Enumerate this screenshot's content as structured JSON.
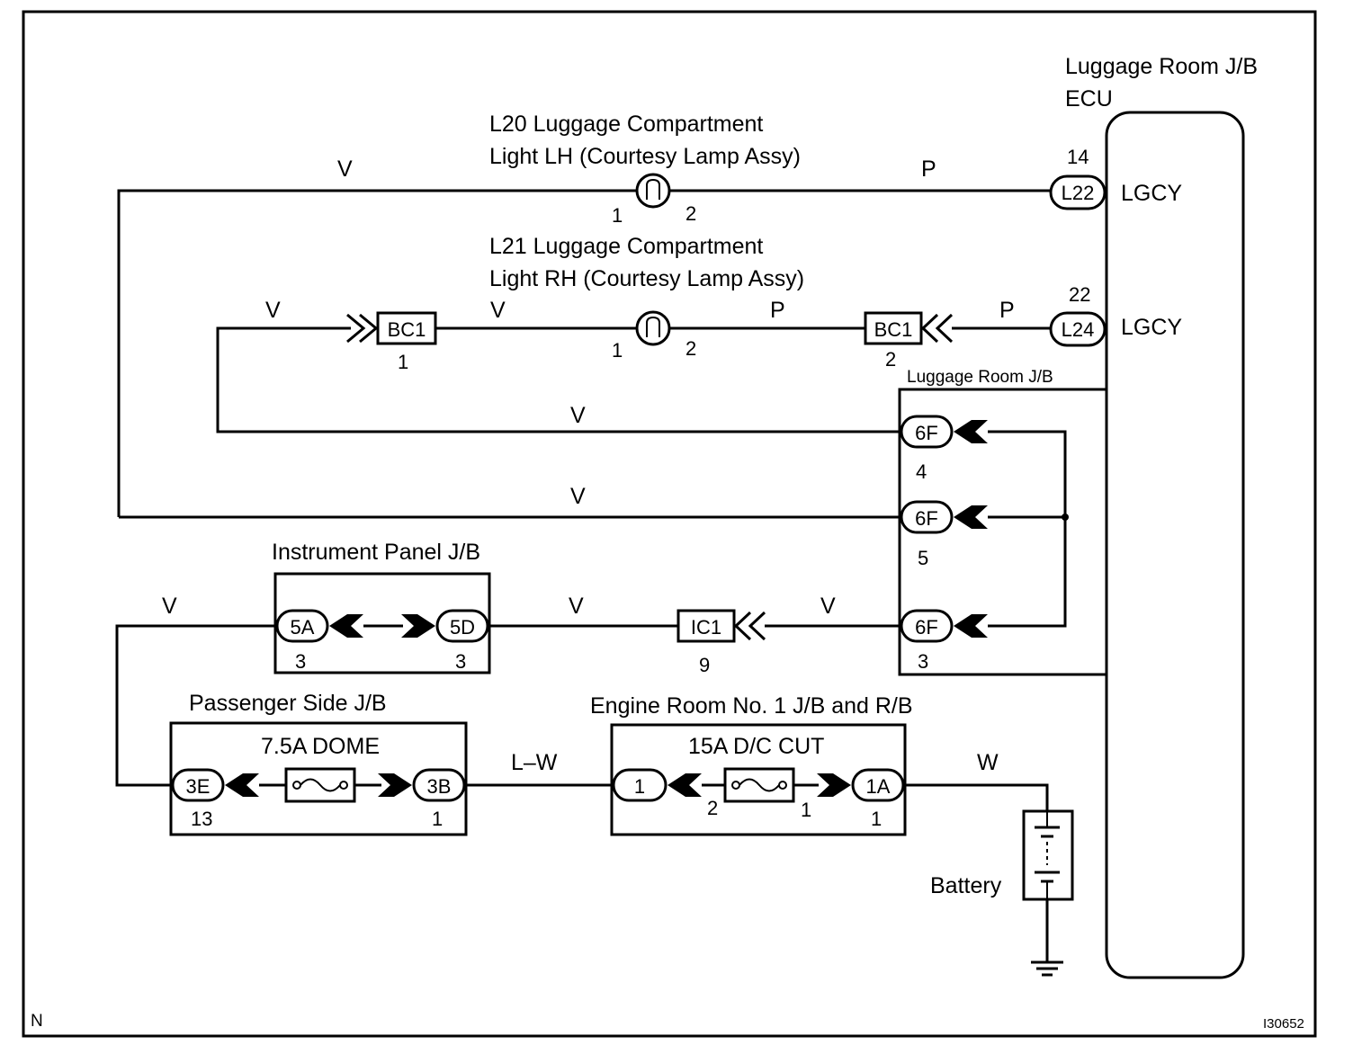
{
  "diagram_id": "I30652",
  "corner_mark": "N",
  "ecu": {
    "title_line1": "Luggage Room J/B",
    "title_line2": "ECU",
    "pins": [
      {
        "number": "14",
        "connector": "L22",
        "signal": "LGCY"
      },
      {
        "number": "22",
        "connector": "L24",
        "signal": "LGCY"
      }
    ]
  },
  "lights": {
    "lh": {
      "line1": "L20 Luggage Compartment",
      "line2": "Light LH (Courtesy Lamp Assy)",
      "pin1": "1",
      "pin2": "2"
    },
    "rh": {
      "line1": "L21 Luggage Compartment",
      "line2": "Light RH (Courtesy Lamp Assy)",
      "pin1": "1",
      "pin2": "2"
    }
  },
  "wire_colors": {
    "lh_left": "V",
    "lh_right": "P",
    "rh_far_left": "V",
    "rh_mid_left": "V",
    "rh_mid_right": "P",
    "rh_right": "P",
    "jb_6f4": "V",
    "jb_6f5": "V",
    "ip_left": "V",
    "ip_to_ic1": "V",
    "ic1_to_6f3": "V",
    "ps_to_er": "L–W",
    "battery": "W"
  },
  "connectors": {
    "bc1_left": {
      "name": "BC1",
      "pin": "1"
    },
    "bc1_right": {
      "name": "BC1",
      "pin": "2"
    },
    "ic1": {
      "name": "IC1",
      "pin": "9"
    }
  },
  "luggage_jb": {
    "title": "Luggage Room J/B",
    "pins": [
      {
        "name": "6F",
        "number": "4"
      },
      {
        "name": "6F",
        "number": "5"
      },
      {
        "name": "6F",
        "number": "3"
      }
    ]
  },
  "instrument_jb": {
    "title": "Instrument Panel J/B",
    "left": {
      "name": "5A",
      "number": "3"
    },
    "right": {
      "name": "5D",
      "number": "3"
    }
  },
  "passenger_jb": {
    "title": "Passenger Side J/B",
    "fuse": "7.5A DOME",
    "left": {
      "name": "3E",
      "number": "13"
    },
    "right": {
      "name": "3B",
      "number": "1"
    }
  },
  "engine_jb": {
    "title": "Engine Room No. 1 J/B and R/B",
    "fuse": "15A D/C CUT",
    "left": {
      "name": "1",
      "fuse_pin": "2"
    },
    "right": {
      "name": "1A",
      "number": "1",
      "fuse_pin": "1"
    }
  },
  "battery": {
    "label": "Battery"
  }
}
